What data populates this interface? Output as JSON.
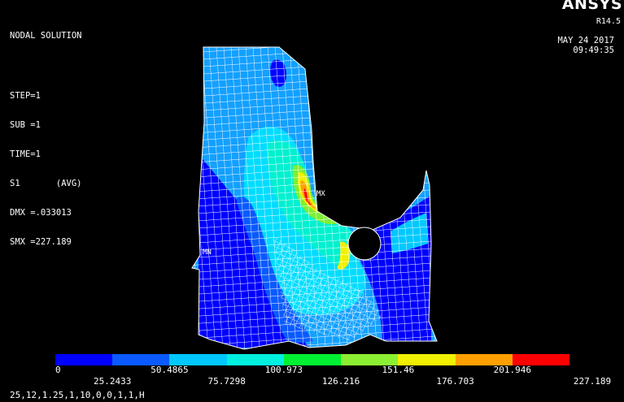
{
  "plot": {
    "title": "NODAL SOLUTION",
    "step": "STEP=1",
    "sub": "SUB =1",
    "time": "TIME=1",
    "quantity": "S1       (AVG)",
    "dmx": "DMX =.033013",
    "smx": "SMX =227.189"
  },
  "header": {
    "brand": "ANSYS",
    "release": "R14.5",
    "date": "MAY 24 2017",
    "time": "09:49:35"
  },
  "markers": {
    "max": "MX",
    "min": "MN"
  },
  "legend": {
    "colors": [
      "#0000ff",
      "#0a5aff",
      "#00c8ff",
      "#00f0e0",
      "#00f032",
      "#8cf032",
      "#f0f000",
      "#ffa000",
      "#ff0000"
    ],
    "labels_top": [
      "0",
      "50.4865",
      "100.973",
      "151.46",
      "201.946"
    ],
    "labels_bottom": [
      "25.2433",
      "75.7298",
      "126.216",
      "176.703",
      "227.189"
    ]
  },
  "command_line": "25,12,1.25,1,10,0,0,1,1,H"
}
